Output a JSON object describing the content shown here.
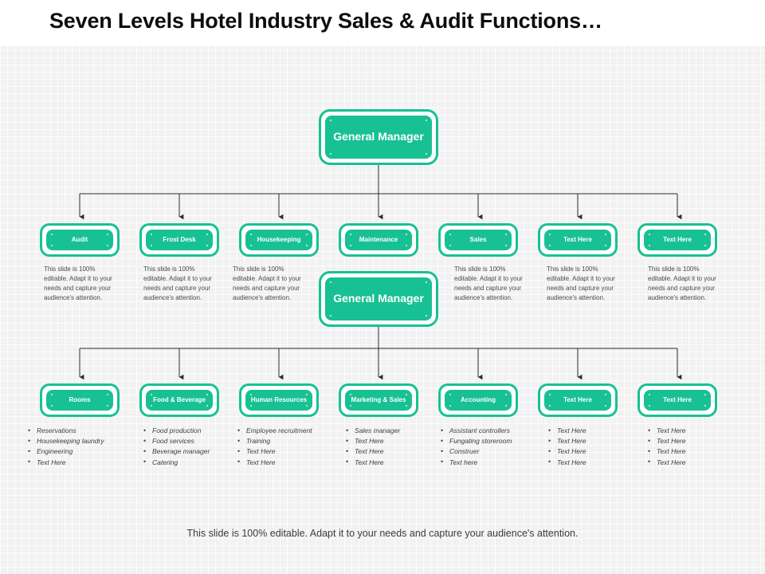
{
  "page_title": "Seven Levels Hotel Industry Sales & Audit Functions…",
  "theme": {
    "accent": "#18c193",
    "background": "#f2f2f2",
    "title_color": "#0d0d0d",
    "body_text": "#3c3c3c",
    "connector": "#2b2b2b"
  },
  "root": {
    "label": "General Manager"
  },
  "middle_node": {
    "label": "General Manager"
  },
  "description_text": "This slide is 100% editable. Adapt it to your needs and capture your audience's attention.",
  "level2": [
    {
      "label": "Audit",
      "desc": "This slide is 100% editable. Adapt it to your needs and capture your audience's attention."
    },
    {
      "label": "Frost Desk",
      "desc": "This slide is 100% editable. Adapt it to your needs and capture your audience's attention."
    },
    {
      "label": "Housekeeping",
      "desc": "This slide is 100% editable. Adapt it to your needs and capture your audience's attention."
    },
    {
      "label": "Maintenance",
      "desc": ""
    },
    {
      "label": "Sales",
      "desc": "This slide is 100% editable. Adapt it to your needs and capture your audience's attention."
    },
    {
      "label": "Text Here",
      "desc": "This slide is 100% editable. Adapt it to your needs and capture your audience's attention."
    },
    {
      "label": "Text Here",
      "desc": "This slide is 100% editable. Adapt it to your needs and capture your audience's attention."
    }
  ],
  "level3": [
    {
      "label": "Rooms",
      "bullets": [
        "Reservations",
        "Housekeeping laundry",
        "Engineering",
        "Text Here"
      ]
    },
    {
      "label": "Food & Beverage",
      "bullets": [
        "Food production",
        "Food services",
        "Beverage manager",
        "Catering"
      ]
    },
    {
      "label": "Human Resources",
      "bullets": [
        "Employee recruitment",
        "Training",
        "Text Here",
        "Text Here"
      ]
    },
    {
      "label": "Marketing & Sales",
      "bullets": [
        "Sales manager",
        "Text Here",
        "Text Here",
        "Text Here"
      ]
    },
    {
      "label": "Accounting",
      "bullets": [
        "Assistant controllers",
        "Fungating storeroom",
        "Construer",
        "Text here"
      ]
    },
    {
      "label": "Text Here",
      "bullets": [
        "Text Here",
        "Text Here",
        "Text Here",
        "Text Here"
      ]
    },
    {
      "label": "Text Here",
      "bullets": [
        "Text Here",
        "Text Here",
        "Text Here",
        "Text Here"
      ]
    }
  ],
  "footer_note": "This slide is 100% editable. Adapt it to your needs and capture your audience's attention."
}
